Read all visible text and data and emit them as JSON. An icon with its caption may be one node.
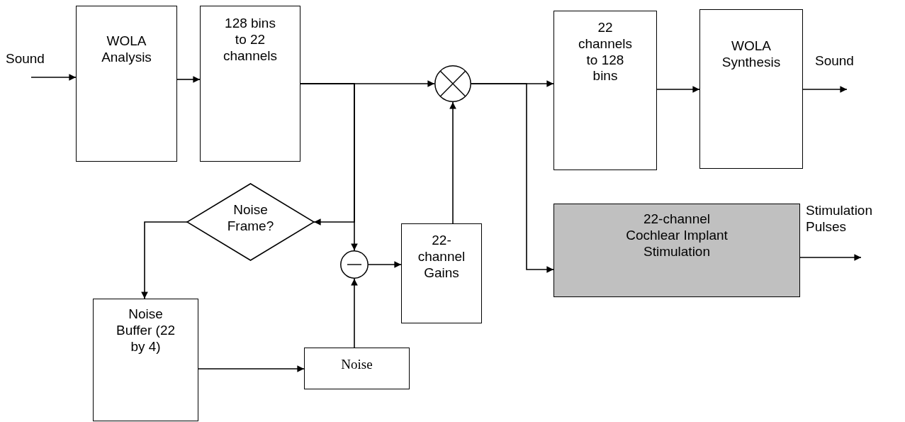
{
  "diagram": {
    "nodes": [
      {
        "text": [
          "WOLA Analysis"
        ]
      },
      {
        "text": [
          "128 bins to 22 channels"
        ]
      },
      {
        "text": [],
        "shape": "circle"
      },
      {
        "text": [
          "22 channels to 128 bins"
        ]
      },
      {
        "text": [
          "WOLA Synthesis"
        ]
      },
      {
        "text": [
          "Noise Frame?"
        ]
      },
      {
        "text": [],
        "shape": "circle"
      },
      {
        "text": [
          "22-channel Gains"
        ]
      },
      {
        "text": [
          "22-channel Cochlear Implant Stimulation"
        ]
      },
      {
        "text": [
          "Noise Buffer (22 by 4)"
        ]
      },
      {
        "text": [
          "Noise"
        ]
      }
    ],
    "edges": [
      {
        "from": null,
        "to": 0,
        "arrow": "to"
      },
      {
        "from": 0,
        "to": 1,
        "arrow": "to"
      },
      {
        "from": 1,
        "to": 2,
        "arrow": "to"
      },
      {
        "from": 1,
        "to": 5,
        "arrow": "to"
      },
      {
        "from": 1,
        "to": 6,
        "arrow": "to"
      },
      {
        "from": 7,
        "to": 2,
        "arrow": "to"
      },
      {
        "from": 2,
        "to": 3,
        "arrow": "to"
      },
      {
        "from": 2,
        "to": 8,
        "arrow": "to"
      },
      {
        "from": 3,
        "to": 4,
        "arrow": "to"
      },
      {
        "from": 4,
        "to": null,
        "arrow": "to"
      },
      {
        "from": 8,
        "to": null,
        "arrow": "to"
      },
      {
        "from": 5,
        "to": 9,
        "arrow": "to"
      },
      {
        "from": 9,
        "to": 10,
        "arrow": "to"
      },
      {
        "from": 10,
        "to": 6,
        "arrow": "to"
      },
      {
        "from": 6,
        "to": 7,
        "arrow": "to"
      }
    ],
    "labels": [
      "Sound",
      "Sound",
      "Stimulation Pulses"
    ]
  }
}
